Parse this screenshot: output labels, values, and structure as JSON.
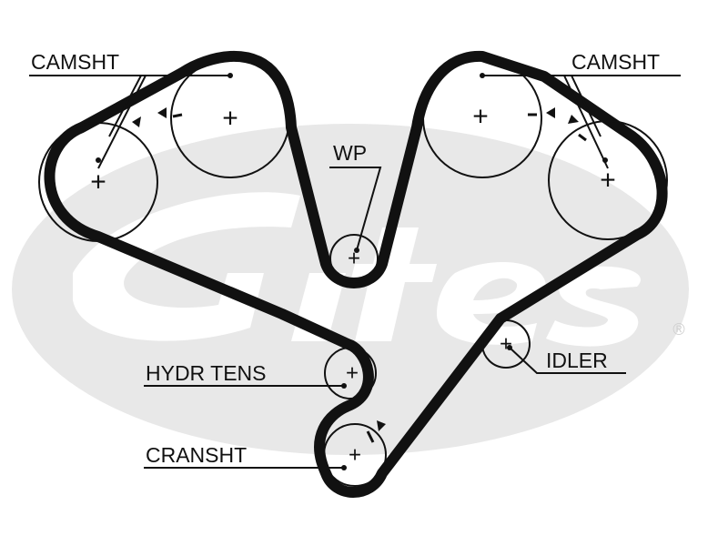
{
  "diagram": {
    "labels": {
      "camshaft_left": "CAMSHT",
      "camshaft_right": "CAMSHT",
      "water_pump": "WP",
      "hydraulic_tensioner": "HYDR TENS",
      "idler": "IDLER",
      "crankshaft": "CRANSHT"
    },
    "center_mark": "+",
    "trademark": "®",
    "colors": {
      "belt": "#111111",
      "pulley_outline": "#111111",
      "logo_watermark": "#e3e3e3",
      "text": "#111111"
    },
    "icons": {
      "timing_mark": "small-triangle",
      "center": "plus-sign",
      "logo": "gates-watermark"
    }
  }
}
